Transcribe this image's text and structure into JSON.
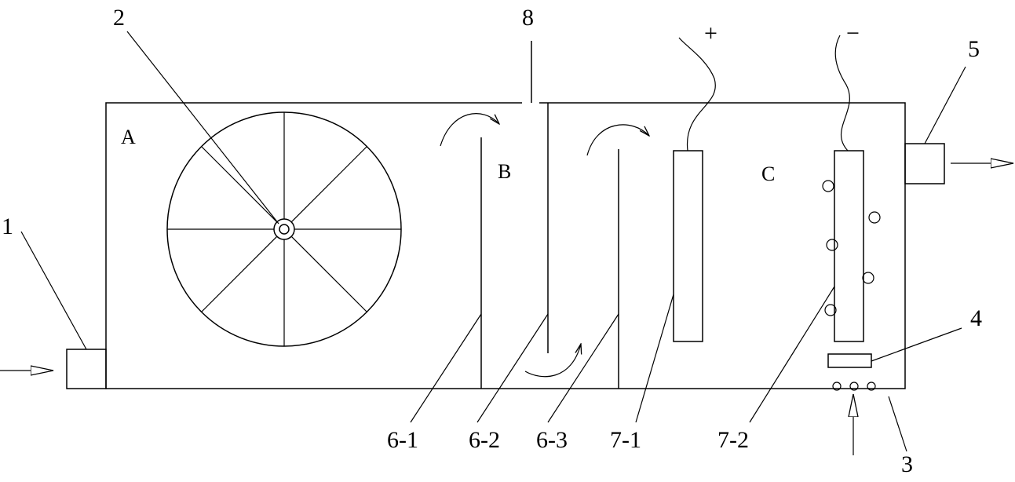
{
  "regions": {
    "a": "A",
    "b": "B",
    "c": "C"
  },
  "labels": {
    "l1": "1",
    "l2": "2",
    "l3": "3",
    "l4": "4",
    "l5": "5",
    "l6_1": "6-1",
    "l6_2": "6-2",
    "l6_3": "6-3",
    "l7_1": "7-1",
    "l7_2": "7-2",
    "l8": "8"
  },
  "polarity": {
    "positive": "+",
    "negative": "−"
  }
}
